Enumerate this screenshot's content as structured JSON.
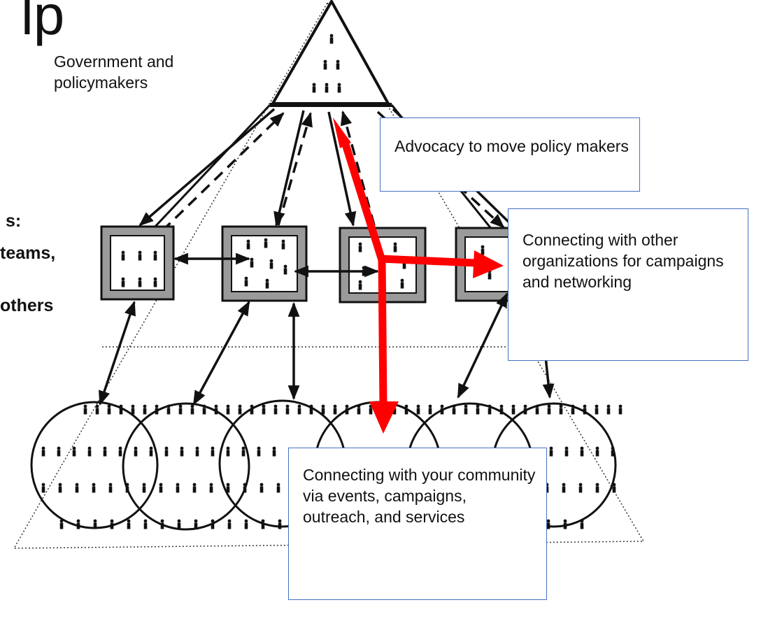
{
  "title_fragment": "lp",
  "top_label": "Government and policymakers",
  "left_text": {
    "line1": "s:",
    "line2": "teams,",
    "line3": "others"
  },
  "callouts": {
    "advocacy": "Advocacy to move policy makers",
    "organizations": "Connecting with other organizations for campaigns and networking",
    "community": "Connecting with your community via events, campaigns, outreach, and services"
  },
  "colors": {
    "arrow_accent": "#ff0000",
    "callout_border": "#4472c4",
    "line": "#111111"
  }
}
